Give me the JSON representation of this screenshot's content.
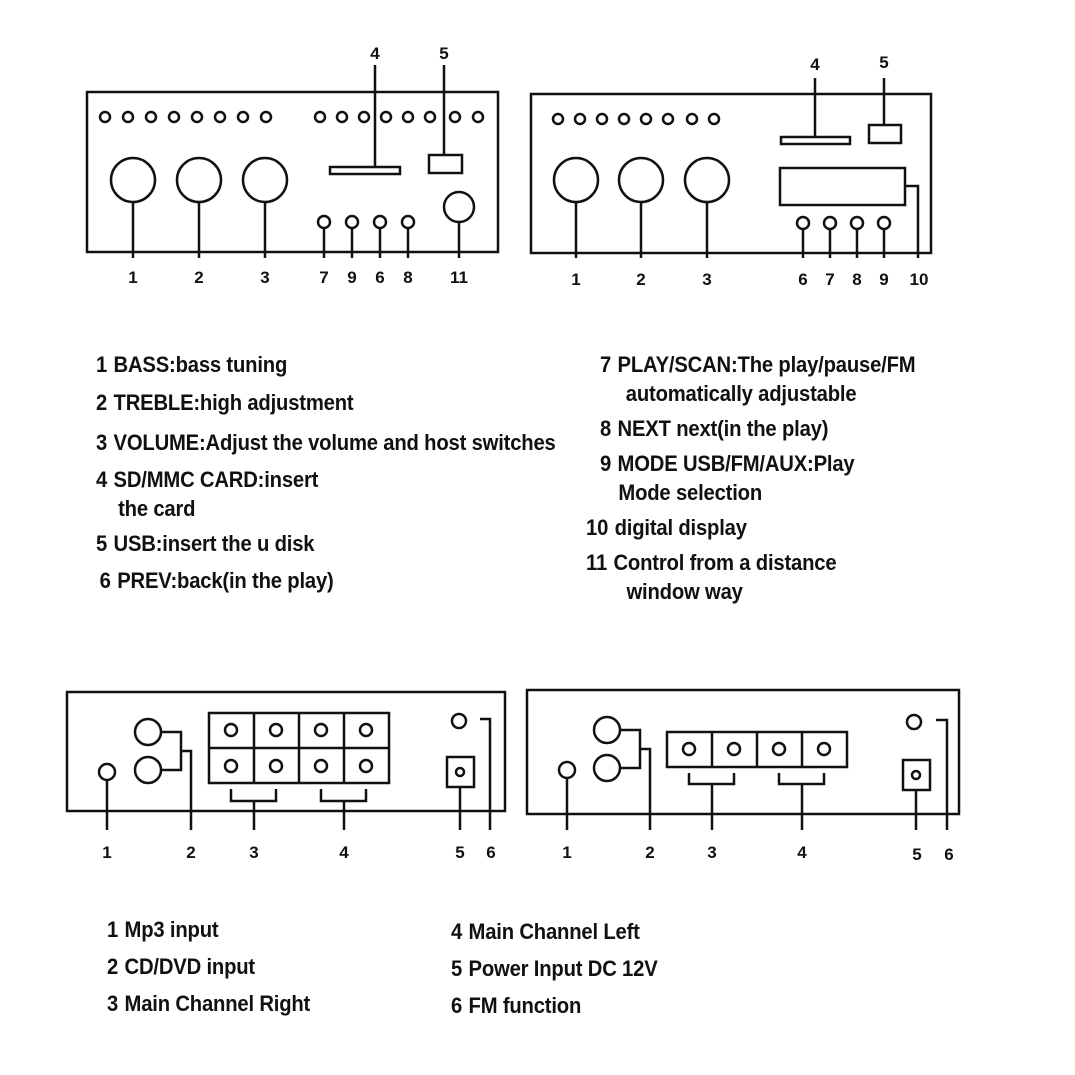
{
  "front_panel_a": {
    "callouts_top": [
      "4",
      "5"
    ],
    "callouts_bottom": [
      "1",
      "2",
      "3",
      "7",
      "9",
      "6",
      "8",
      "11"
    ]
  },
  "front_panel_b": {
    "callouts_top": [
      "4",
      "5"
    ],
    "callouts_bottom": [
      "1",
      "2",
      "3",
      "6",
      "7",
      "8",
      "9",
      "10"
    ]
  },
  "front_legend_left": [
    {
      "num": "1",
      "text": "BASS:bass tuning"
    },
    {
      "num": "2",
      "text": "TREBLE:high adjustment"
    },
    {
      "num": "3",
      "text": "VOLUME:Adjust the volume and host switches"
    },
    {
      "num": "4",
      "text": "SD/MMC CARD:insert",
      "cont": "the card"
    },
    {
      "num": "5",
      "text": "USB:insert the u disk"
    },
    {
      "num": "6",
      "text": "PREV:back(in the play)"
    }
  ],
  "front_legend_right": [
    {
      "num": "7",
      "text": "PLAY/SCAN:The play/pause/FM",
      "cont": "automatically adjustable"
    },
    {
      "num": "8",
      "text": "NEXT next(in the play)"
    },
    {
      "num": "9",
      "text": "MODE USB/FM/AUX:Play",
      "cont": "Mode selection"
    },
    {
      "num": "10",
      "text": "digital display"
    },
    {
      "num": "11",
      "text": "Control from a distance",
      "cont": "window way"
    }
  ],
  "rear_panel_a": {
    "callouts_bottom": [
      "1",
      "2",
      "3",
      "4",
      "5",
      "6"
    ]
  },
  "rear_panel_b": {
    "callouts_bottom": [
      "1",
      "2",
      "3",
      "4",
      "5",
      "6"
    ]
  },
  "rear_legend_left": [
    {
      "num": "1",
      "text": "Mp3 input"
    },
    {
      "num": "2",
      "text": "CD/DVD input"
    },
    {
      "num": "3",
      "text": "Main Channel Right"
    }
  ],
  "rear_legend_right": [
    {
      "num": "4",
      "text": "Main Channel Left"
    },
    {
      "num": "5",
      "text": "Power Input DC 12V"
    },
    {
      "num": "6",
      "text": "FM function"
    }
  ]
}
